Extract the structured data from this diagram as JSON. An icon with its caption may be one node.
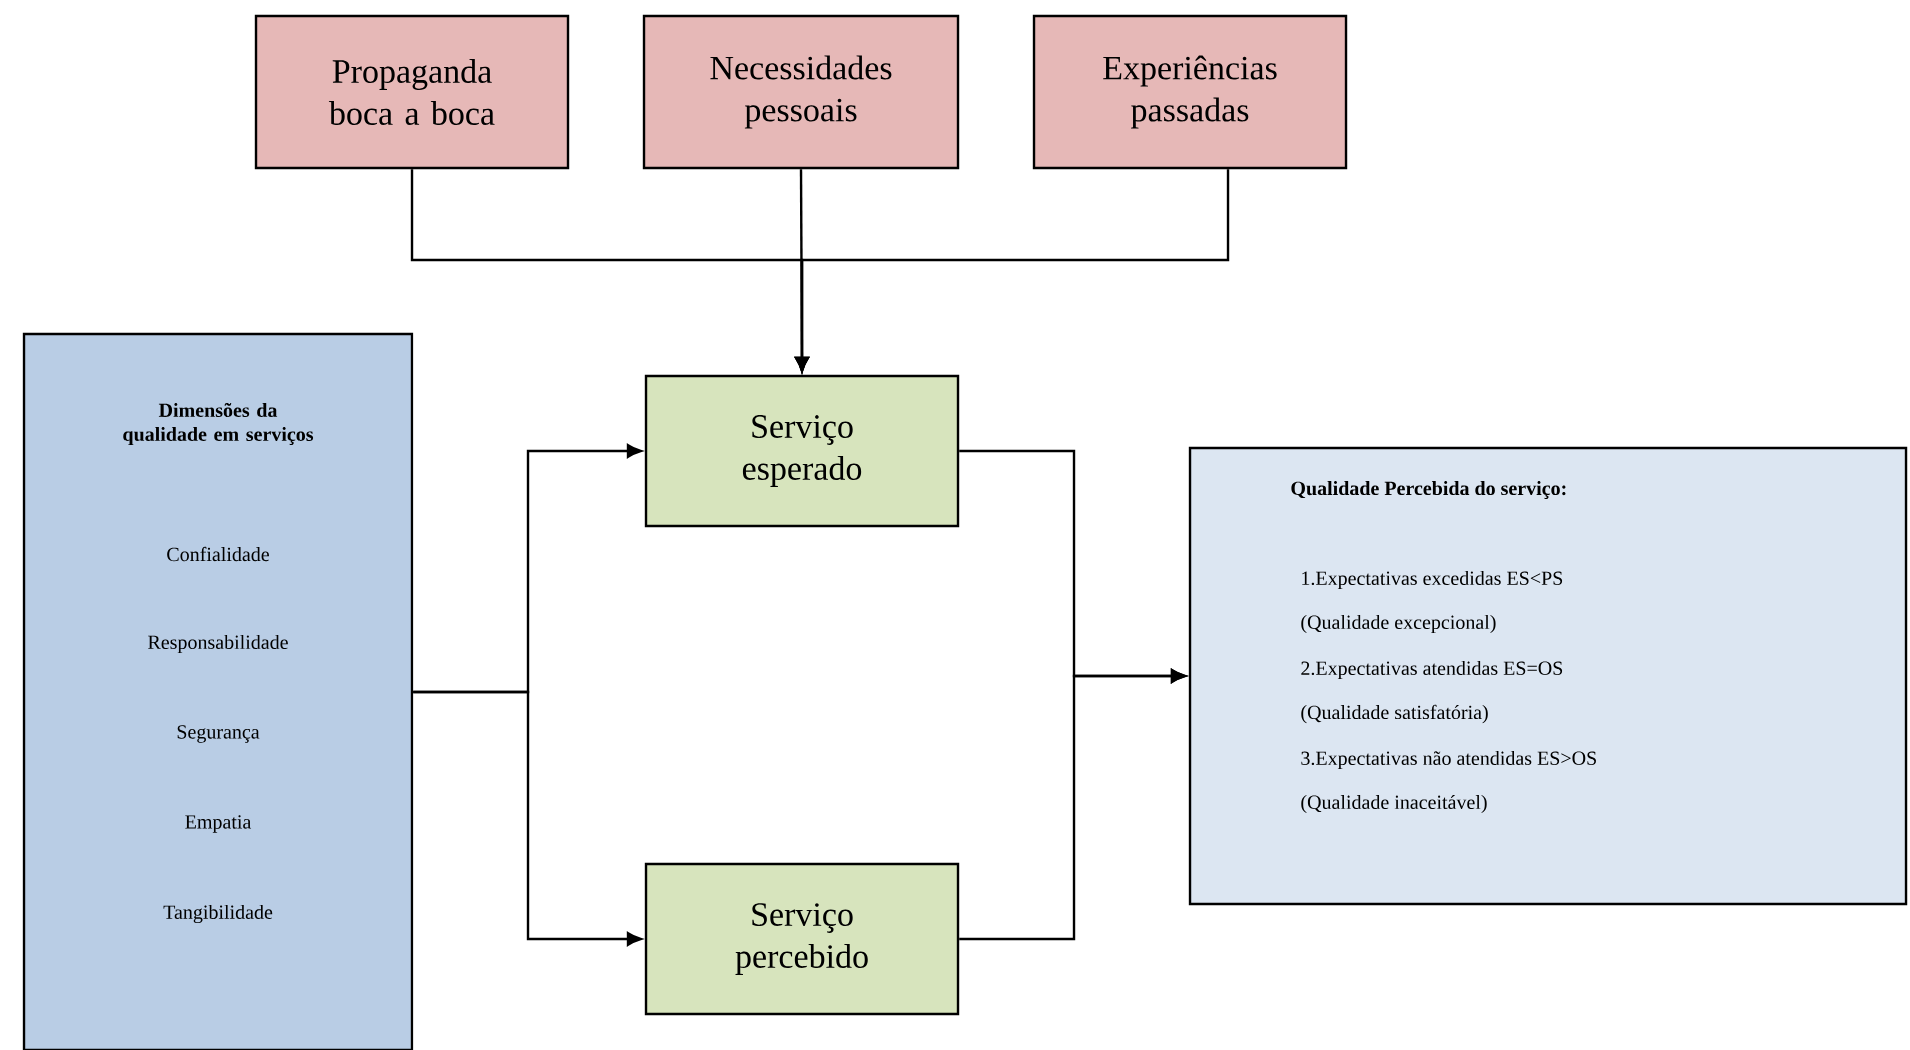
{
  "diagram": {
    "nodes": [
      {
        "text": [
          "Propaganda boca a boca"
        ]
      },
      {
        "text": [
          "Necessidades pessoais"
        ]
      },
      {
        "text": [
          "Experiências passadas"
        ]
      },
      {
        "text": [
          "Dimensões da qualidade em serviços",
          "Confialidade",
          "Responsabilidade",
          "Segurança",
          "Empatia",
          "Tangibilidade"
        ]
      },
      {
        "text": [
          "Serviço esperado"
        ]
      },
      {
        "text": [
          "Serviço percebido"
        ]
      },
      {
        "text": [
          "Qualidade Percebida do serviço:",
          "1.Expectativas excedidas ES<PS",
          "(Qualidade excepcional)",
          "2.Expectativas atendidas ES=OS",
          "(Qualidade satisfatória)",
          "3.Expectativas não atendidas ES>OS",
          "(Qualidade inaceitável)"
        ]
      }
    ],
    "edges": [
      {
        "from": 0,
        "to": 4,
        "arrow": "to"
      },
      {
        "from": 1,
        "to": 4,
        "arrow": "to"
      },
      {
        "from": 2,
        "to": 4,
        "arrow": "to"
      },
      {
        "from": 3,
        "to": 4,
        "arrow": "to"
      },
      {
        "from": 3,
        "to": 5,
        "arrow": "to"
      },
      {
        "from": 4,
        "to": 6,
        "arrow": "to"
      },
      {
        "from": 5,
        "to": 6,
        "arrow": "to"
      }
    ]
  }
}
